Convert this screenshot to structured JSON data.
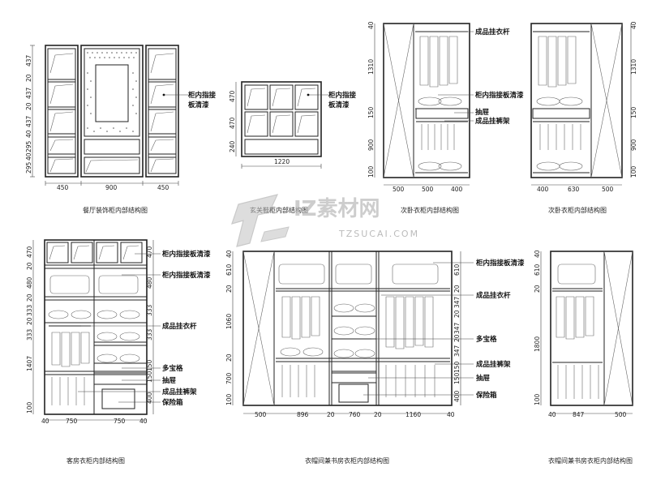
{
  "watermark": {
    "brand": "IZ素材网",
    "url": "TZSUCAI.COM"
  },
  "drawings": [
    {
      "caption": "餐厅装饰柜内部结构图",
      "widths": [
        "450",
        "900",
        "450"
      ],
      "heights": [
        "437",
        "20",
        "437",
        "20",
        "437",
        "40",
        "295",
        "40",
        "295"
      ],
      "callouts": [
        "柜内指接",
        "板清漆"
      ]
    },
    {
      "caption": "玄关鞋柜内部结构图",
      "widths": [
        "1220"
      ],
      "heights": [
        "470",
        "470",
        "240"
      ],
      "callouts": [
        "柜内指接",
        "板清漆"
      ]
    },
    {
      "caption": "次卧衣柜内部结构图",
      "widths": [
        "500",
        "500",
        "400"
      ],
      "heights": [
        "40",
        "1310",
        "150",
        "900",
        "100"
      ],
      "callouts": [
        "成品挂衣杆",
        "柜内指接板清漆",
        "抽屉",
        "成品挂裤架"
      ]
    },
    {
      "caption": "次卧衣柜内部结构图",
      "widths": [
        "400",
        "630",
        "500"
      ],
      "heights": [
        "40",
        "1310",
        "150",
        "900",
        "100"
      ],
      "callouts": []
    },
    {
      "caption": "客房衣柜内部结构图",
      "widths": [
        "40",
        "750",
        "750",
        "40"
      ],
      "heights": [
        "470",
        "20",
        "480",
        "20",
        "333",
        "20",
        "333",
        "1407",
        "100"
      ],
      "right_heights": [
        "470",
        "480",
        "333",
        "333",
        "150",
        "150",
        "400"
      ],
      "callouts": [
        "柜内指接板清漆",
        "柜内指接板清漆",
        "成品挂衣杆",
        "多宝格",
        "抽屉",
        "成品挂裤架",
        "保险箱"
      ]
    },
    {
      "caption": "衣帽间兼书房衣柜内部结构图",
      "widths": [
        "500",
        "896",
        "20",
        "760",
        "20",
        "1160",
        "40"
      ],
      "heights": [
        "40",
        "610",
        "20",
        "1060",
        "20",
        "700",
        "100"
      ],
      "right_heights": [
        "610",
        "20",
        "347",
        "20",
        "347",
        "20",
        "347",
        "150",
        "150",
        "400"
      ],
      "callouts": [
        "柜内指接板清漆",
        "成品挂衣杆",
        "多宝格",
        "成品挂裤架",
        "抽屉",
        "保险箱"
      ]
    },
    {
      "caption": "衣帽间兼书房衣柜内部结构图",
      "widths": [
        "40",
        "847",
        "500"
      ],
      "heights": [
        "40",
        "610",
        "20",
        "1800",
        "100"
      ],
      "callouts": []
    }
  ]
}
